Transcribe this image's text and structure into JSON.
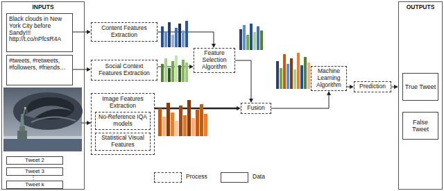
{
  "diagram": {
    "nodes": [
      {
        "text": [
          "INPUTS"
        ]
      },
      {
        "text": [
          "Black clouds in New York City before Sandy!!! http://t.co/nPfcsR4A"
        ],
        "in": 0
      },
      {
        "text": [
          "#tweets, #retweets, #followers, #friends…"
        ],
        "in": 0
      },
      {
        "text": [
          "Tweet 2"
        ],
        "in": 0
      },
      {
        "text": [
          "Tweet 3"
        ],
        "in": 0
      },
      {
        "text": [
          "Tweet k"
        ],
        "in": 0
      },
      {
        "text": [
          "Content Features Extraction"
        ]
      },
      {
        "text": [
          "Social Context Features Extraction"
        ]
      },
      {
        "text": [
          "Image Features Extraction"
        ]
      },
      {
        "text": [
          "No-Reference IQA models"
        ],
        "in": 8
      },
      {
        "text": [
          "Statistical Visual Features"
        ],
        "in": 8
      },
      {
        "text": [
          "Feature Selection Algorithm"
        ]
      },
      {
        "text": [
          "Fusion"
        ]
      },
      {
        "text": [
          "Machine Learning Algorithm"
        ]
      },
      {
        "text": [
          "Prediction"
        ]
      },
      {
        "text": [
          "OUTPUTS"
        ]
      },
      {
        "text": [
          "True Tweet"
        ],
        "in": 15
      },
      {
        "text": [
          "False Tweet"
        ],
        "in": 15
      }
    ],
    "edges": [
      {
        "from": 1,
        "to": 6,
        "arrow": "to"
      },
      {
        "from": 2,
        "to": 7,
        "arrow": "to"
      },
      {
        "from": 6,
        "to": 11,
        "arrow": "to"
      },
      {
        "from": 7,
        "to": 11,
        "arrow": "to"
      },
      {
        "from": 11,
        "to": 12,
        "arrow": "to"
      },
      {
        "from": 8,
        "to": 12,
        "arrow": "to"
      },
      {
        "from": 12,
        "to": 13,
        "arrow": "to"
      },
      {
        "from": 13,
        "to": 14,
        "arrow": "to"
      },
      {
        "from": 14,
        "to": 15,
        "arrow": "to"
      }
    ],
    "labels": [
      "⋮"
    ],
    "legend": [
      {
        "text": "Process"
      },
      {
        "text": "Data"
      }
    ]
  }
}
